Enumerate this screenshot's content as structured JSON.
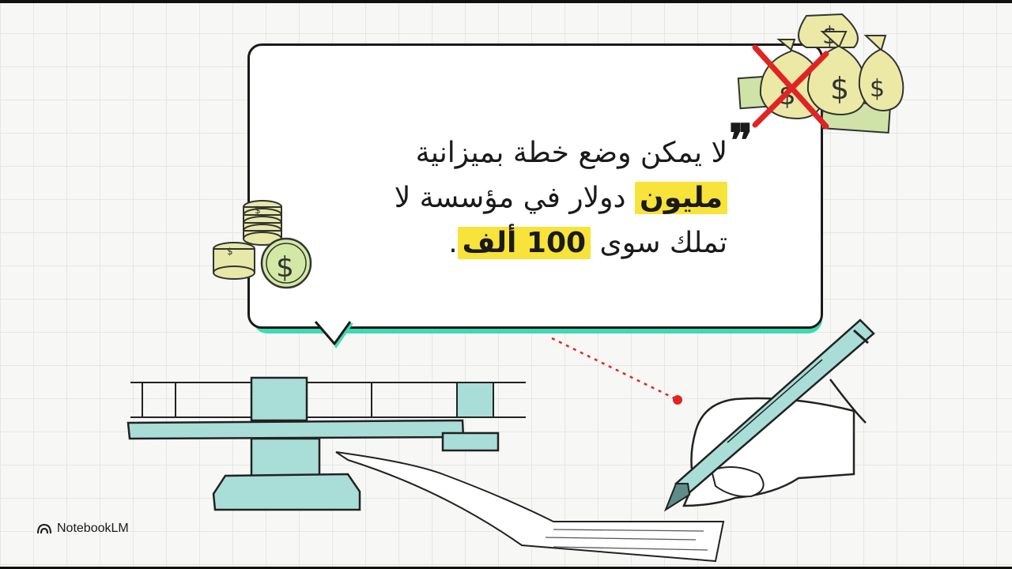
{
  "quote": {
    "open_mark": "❞",
    "line1": "لا يمكن وضع خطة بميزانية",
    "line2_highlight": "مليون",
    "line2_rest": "دولار في مؤسسة لا",
    "line3_prefix": "تملك سوى",
    "line3_highlight": "100 ألف",
    "line3_suffix": "."
  },
  "colors": {
    "accent": "#3fd9b3",
    "highlight": "#f7e33a",
    "cross": "#e02424",
    "money": "#e6e9a8",
    "teal": "#a9ddd8"
  },
  "icons": [
    "money-bags-icon",
    "cross-mark-icon",
    "coin-stack-icon",
    "scale-icon",
    "writing-hand-icon",
    "pen-icon",
    "notebooklm-logo-icon"
  ],
  "brand": {
    "name": "NotebookLM"
  }
}
